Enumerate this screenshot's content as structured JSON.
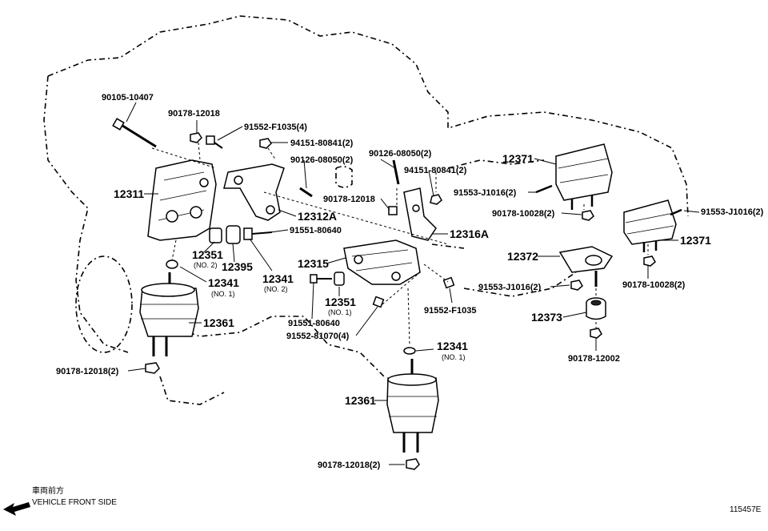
{
  "labels": [
    {
      "id": "l1",
      "text": "90105-10407",
      "size": "small"
    },
    {
      "id": "l2",
      "text": "90178-12018",
      "size": "small"
    },
    {
      "id": "l3",
      "text": "91552-F1035(4)",
      "size": "small"
    },
    {
      "id": "l4",
      "text": "94151-80841(2)",
      "size": "small"
    },
    {
      "id": "l5",
      "text": "90126-08050(2)",
      "size": "small"
    },
    {
      "id": "l6",
      "text": "12311",
      "size": "big"
    },
    {
      "id": "l7",
      "text": "12312A",
      "size": "big"
    },
    {
      "id": "l8",
      "text": "91551-80640",
      "size": "small"
    },
    {
      "id": "l9",
      "text": "12351",
      "size": "big"
    },
    {
      "id": "l10",
      "text": "(NO. 2)",
      "size": "tiny"
    },
    {
      "id": "l11",
      "text": "12395",
      "size": "big"
    },
    {
      "id": "l12",
      "text": "12341",
      "size": "big"
    },
    {
      "id": "l13",
      "text": "(NO. 2)",
      "size": "tiny"
    },
    {
      "id": "l14",
      "text": "12341",
      "size": "big"
    },
    {
      "id": "l15",
      "text": "(NO. 1)",
      "size": "tiny"
    },
    {
      "id": "l16",
      "text": "12361",
      "size": "big"
    },
    {
      "id": "l17",
      "text": "90178-12018(2)",
      "size": "small"
    },
    {
      "id": "l18",
      "text": "90126-08050(2)",
      "size": "small"
    },
    {
      "id": "l19",
      "text": "94151-80841(2)",
      "size": "small"
    },
    {
      "id": "l20",
      "text": "90178-12018",
      "size": "small"
    },
    {
      "id": "l21",
      "text": "12316A",
      "size": "big"
    },
    {
      "id": "l22",
      "text": "12315",
      "size": "big"
    },
    {
      "id": "l23",
      "text": "12351",
      "size": "big"
    },
    {
      "id": "l24",
      "text": "(NO. 1)",
      "size": "tiny"
    },
    {
      "id": "l25",
      "text": "91551-80640",
      "size": "small"
    },
    {
      "id": "l26",
      "text": "91552-81070(4)",
      "size": "small"
    },
    {
      "id": "l27",
      "text": "91552-F1035",
      "size": "small"
    },
    {
      "id": "l28",
      "text": "12341",
      "size": "big"
    },
    {
      "id": "l29",
      "text": "(NO. 1)",
      "size": "tiny"
    },
    {
      "id": "l30",
      "text": "12361",
      "size": "big"
    },
    {
      "id": "l31",
      "text": "90178-12018(2)",
      "size": "small"
    },
    {
      "id": "l32",
      "text": "12371",
      "size": "big"
    },
    {
      "id": "l33",
      "text": "91553-J1016(2)",
      "size": "small"
    },
    {
      "id": "l34",
      "text": "90178-10028(2)",
      "size": "small"
    },
    {
      "id": "l35",
      "text": "91553-J1016(2)",
      "size": "small"
    },
    {
      "id": "l36",
      "text": "12371",
      "size": "big"
    },
    {
      "id": "l37",
      "text": "12372",
      "size": "big"
    },
    {
      "id": "l38",
      "text": "91553-J1016(2)",
      "size": "small"
    },
    {
      "id": "l39",
      "text": "90178-10028(2)",
      "size": "small"
    },
    {
      "id": "l40",
      "text": "12373",
      "size": "big"
    },
    {
      "id": "l41",
      "text": "90178-12002",
      "size": "small"
    }
  ],
  "legend": {
    "jp_text": "車両前方",
    "en_text": "VEHICLE FRONT SIDE"
  },
  "figure_id": "115457E"
}
